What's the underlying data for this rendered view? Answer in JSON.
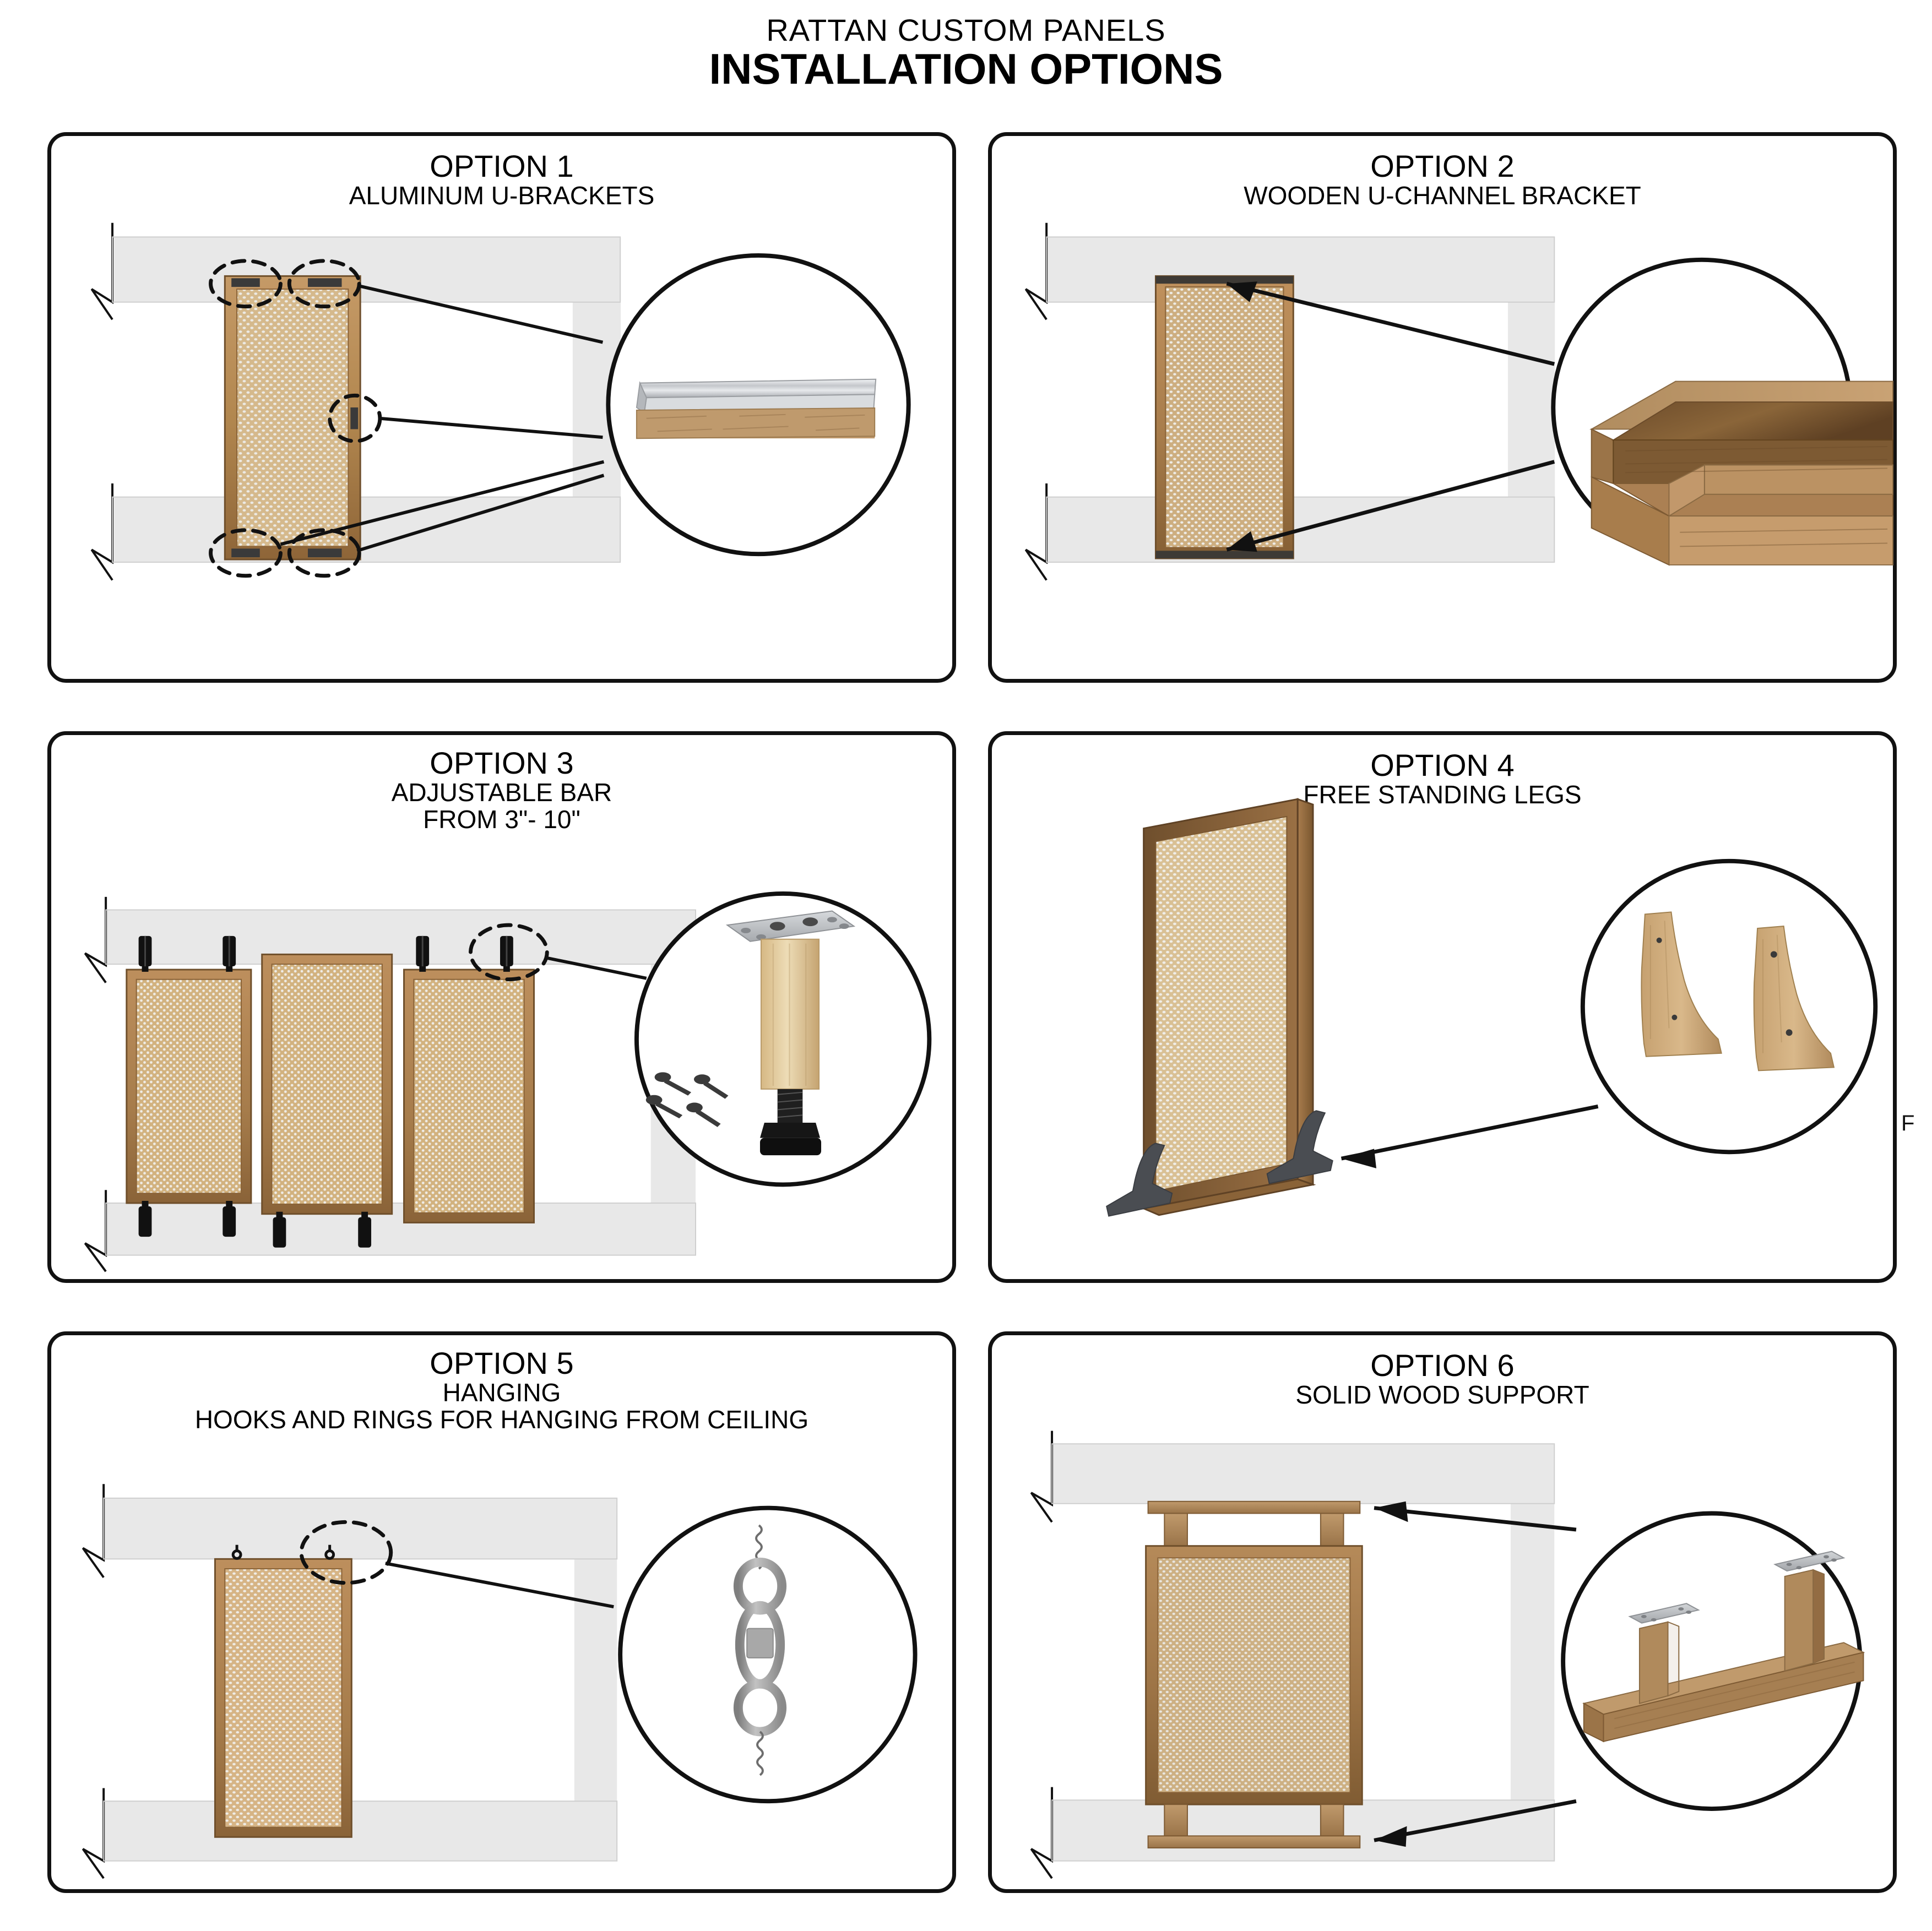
{
  "document": {
    "title": "RATTAN CUSTOM PANELS",
    "subtitle": "INSTALLATION OPTIONS",
    "edge_clipped_text": "F"
  },
  "colors": {
    "background": "#ffffff",
    "outline": "#111111",
    "wall_fill": "#e8e8e8",
    "wall_stroke": "#1a1a1a",
    "frame_wood": "#a97d52",
    "frame_wood_dark": "#8a6338",
    "rattan_base": "#d8bd91",
    "rattan_hole": "#e9e6e0",
    "aluminum": "#c8cace",
    "aluminum_light": "#eef0f2",
    "steel_plate": "#b9bcc0",
    "black_hardware": "#1b1b1b",
    "leg_dark_gray": "#4a4d52",
    "wood_light": "#e0c48f",
    "wood_mid": "#b98e5d",
    "wood_dark": "#7d5a33",
    "chain_gray": "#9a9a9a"
  },
  "options": [
    {
      "id": "option-1",
      "number": "OPTION 1",
      "subtitle_lines": [
        "ALUMINUM U-BRACKETS"
      ],
      "detail": "aluminum-u-bracket-profile",
      "callout_markers": 4,
      "marker_shape": "dashed-ellipse",
      "leader_count": 4,
      "view": "wall-section-elevation"
    },
    {
      "id": "option-2",
      "number": "OPTION 2",
      "subtitle_lines": [
        "WOODEN U-CHANNEL BRACKET"
      ],
      "detail": "wooden-u-channel-perspective",
      "callout_markers": 0,
      "marker_shape": "arrow",
      "leader_count": 2,
      "view": "wall-section-elevation"
    },
    {
      "id": "option-3",
      "number": "OPTION 3",
      "subtitle_lines": [
        "ADJUSTABLE BAR",
        "FROM 3\"- 10\""
      ],
      "detail": "adjustable-bar-with-screws",
      "callout_markers": 1,
      "marker_shape": "dashed-ellipse",
      "leader_count": 1,
      "view": "three-panel-elevation",
      "panel_count": 3,
      "bar_range_min": "3\"",
      "bar_range_max": "10\""
    },
    {
      "id": "option-4",
      "number": "OPTION 4",
      "subtitle_lines": [
        "FREE STANDING LEGS"
      ],
      "detail": "two-wooden-tapered-legs",
      "callout_markers": 0,
      "marker_shape": "arrow",
      "leader_count": 1,
      "view": "3d-perspective-panel"
    },
    {
      "id": "option-5",
      "number": "OPTION 5",
      "subtitle_lines": [
        "HANGING",
        "HOOKS AND RINGS FOR HANGING FROM CEILING"
      ],
      "detail": "eye-screws-and-quick-link",
      "callout_markers": 1,
      "marker_shape": "dashed-ellipse",
      "leader_count": 1,
      "view": "wall-section-elevation"
    },
    {
      "id": "option-6",
      "number": "OPTION 6",
      "subtitle_lines": [
        "SOLID WOOD SUPPORT"
      ],
      "detail": "wood-rail-with-two-posts-and-plates",
      "callout_markers": 0,
      "marker_shape": "arrow",
      "leader_count": 2,
      "view": "wall-section-elevation"
    }
  ]
}
